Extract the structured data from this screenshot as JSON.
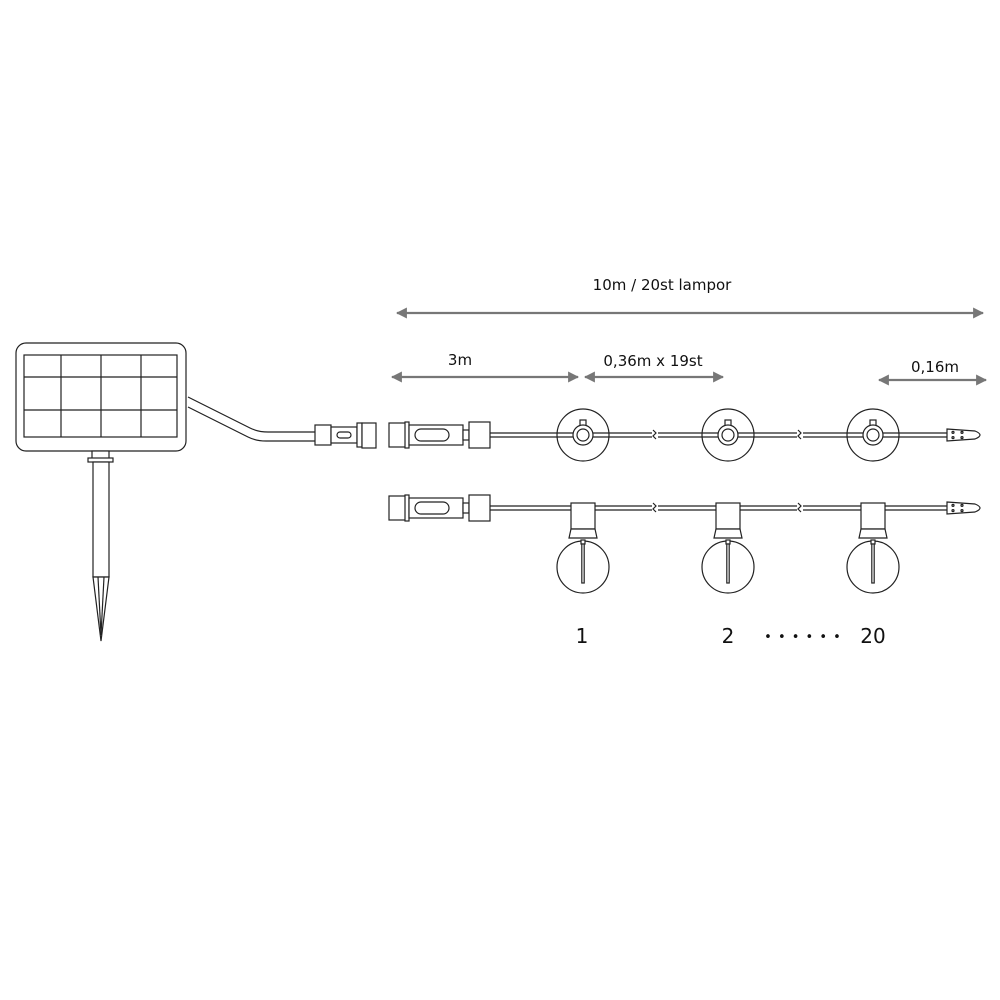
{
  "dimensions": {
    "total": "10m / 20st lampor",
    "lead": "3m",
    "spacing": "0,36m x 19st",
    "tail": "0,16m"
  },
  "bulb_numbers": {
    "first": "1",
    "second": "2",
    "ellipsis": "• • • • • •",
    "last": "20"
  },
  "colors": {
    "line": "#222222",
    "dimension": "#777777"
  }
}
